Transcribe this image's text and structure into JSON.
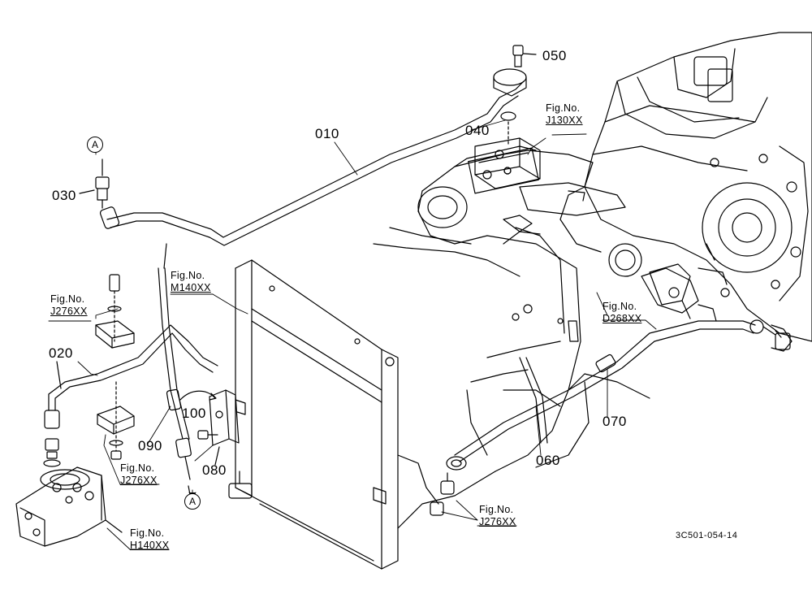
{
  "parts": [
    {
      "id": "p010",
      "number": "010"
    },
    {
      "id": "p020",
      "number": "020"
    },
    {
      "id": "p030",
      "number": "030"
    },
    {
      "id": "p040",
      "number": "040"
    },
    {
      "id": "p050",
      "number": "050"
    },
    {
      "id": "p060",
      "number": "060"
    },
    {
      "id": "p070",
      "number": "070"
    },
    {
      "id": "p080",
      "number": "080"
    },
    {
      "id": "p090",
      "number": "090"
    },
    {
      "id": "p100",
      "number": "100"
    }
  ],
  "figure_refs": [
    {
      "id": "j130",
      "prefix": "Fig.No.",
      "ref": "J130XX"
    },
    {
      "id": "m140",
      "prefix": "Fig.No.",
      "ref": "M140XX"
    },
    {
      "id": "j276a",
      "prefix": "Fig.No.",
      "ref": "J276XX"
    },
    {
      "id": "d268",
      "prefix": "Fig.No.",
      "ref": "D268XX"
    },
    {
      "id": "j276b",
      "prefix": "Fig.No.",
      "ref": "J276XX"
    },
    {
      "id": "j276c",
      "prefix": "Fig.No.",
      "ref": "J276XX"
    },
    {
      "id": "h140",
      "prefix": "Fig.No.",
      "ref": "H140XX"
    }
  ],
  "connection_markers": [
    {
      "id": "a_top",
      "letter": "A"
    },
    {
      "id": "a_bottom",
      "letter": "A"
    }
  ],
  "drawing_code": "3C501-054-14"
}
